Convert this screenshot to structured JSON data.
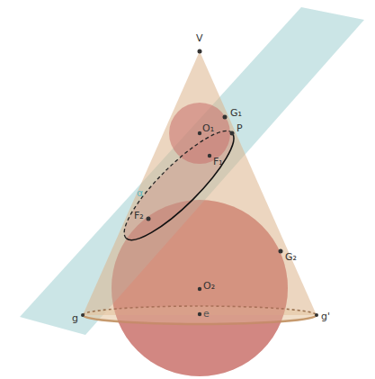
{
  "diagram": {
    "labels": [
      "V",
      "G₁",
      "O₁",
      "P",
      "F₁",
      "F₂",
      "G₂",
      "O₂",
      "g",
      "g'",
      "e",
      "α"
    ]
  }
}
